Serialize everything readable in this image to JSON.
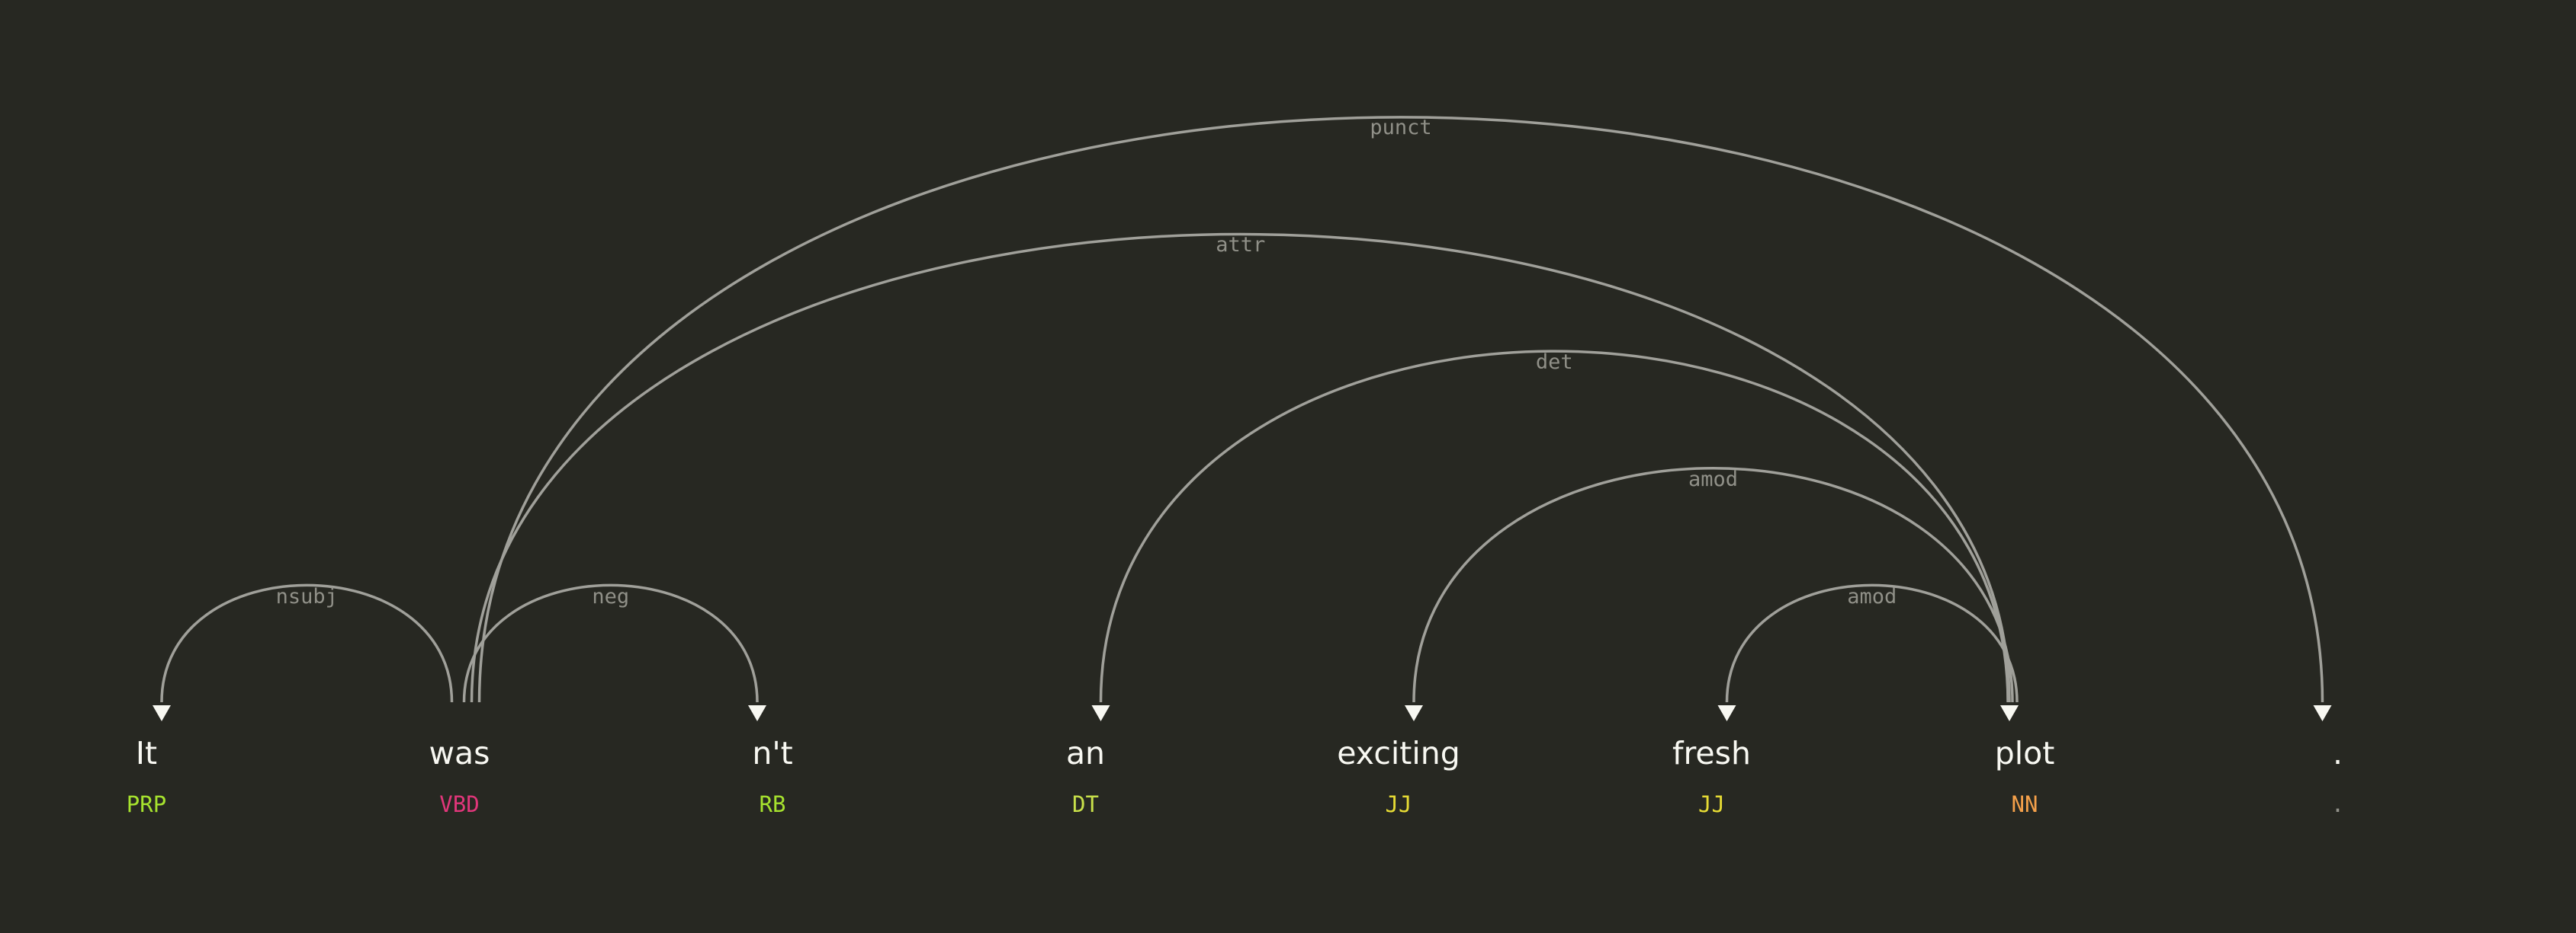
{
  "tokens": [
    {
      "text": "It",
      "tag": "PRP",
      "tag_color": "#a6e22e"
    },
    {
      "text": "was",
      "tag": "VBD",
      "tag_color": "#e0367a"
    },
    {
      "text": "n't",
      "tag": "RB",
      "tag_color": "#a6e22e"
    },
    {
      "text": "an",
      "tag": "DT",
      "tag_color": "#c8e04a"
    },
    {
      "text": "exciting",
      "tag": "JJ",
      "tag_color": "#e6db34"
    },
    {
      "text": "fresh",
      "tag": "JJ",
      "tag_color": "#e6db34"
    },
    {
      "text": "plot",
      "tag": "NN",
      "tag_color": "#f4a04a"
    },
    {
      "text": ".",
      "tag": ".",
      "tag_color": "#909088"
    }
  ],
  "arcs": [
    {
      "label": "nsubj",
      "from": 1,
      "to": 0
    },
    {
      "label": "neg",
      "from": 1,
      "to": 2
    },
    {
      "label": "det",
      "from": 6,
      "to": 3
    },
    {
      "label": "amod",
      "from": 6,
      "to": 4
    },
    {
      "label": "amod",
      "from": 6,
      "to": 5
    },
    {
      "label": "attr",
      "from": 1,
      "to": 6
    },
    {
      "label": "punct",
      "from": 1,
      "to": 7
    }
  ],
  "colors": {
    "background": "#272822",
    "word": "#f8f8f2",
    "arc": "#a0a09a",
    "arc_label": "#909088"
  }
}
